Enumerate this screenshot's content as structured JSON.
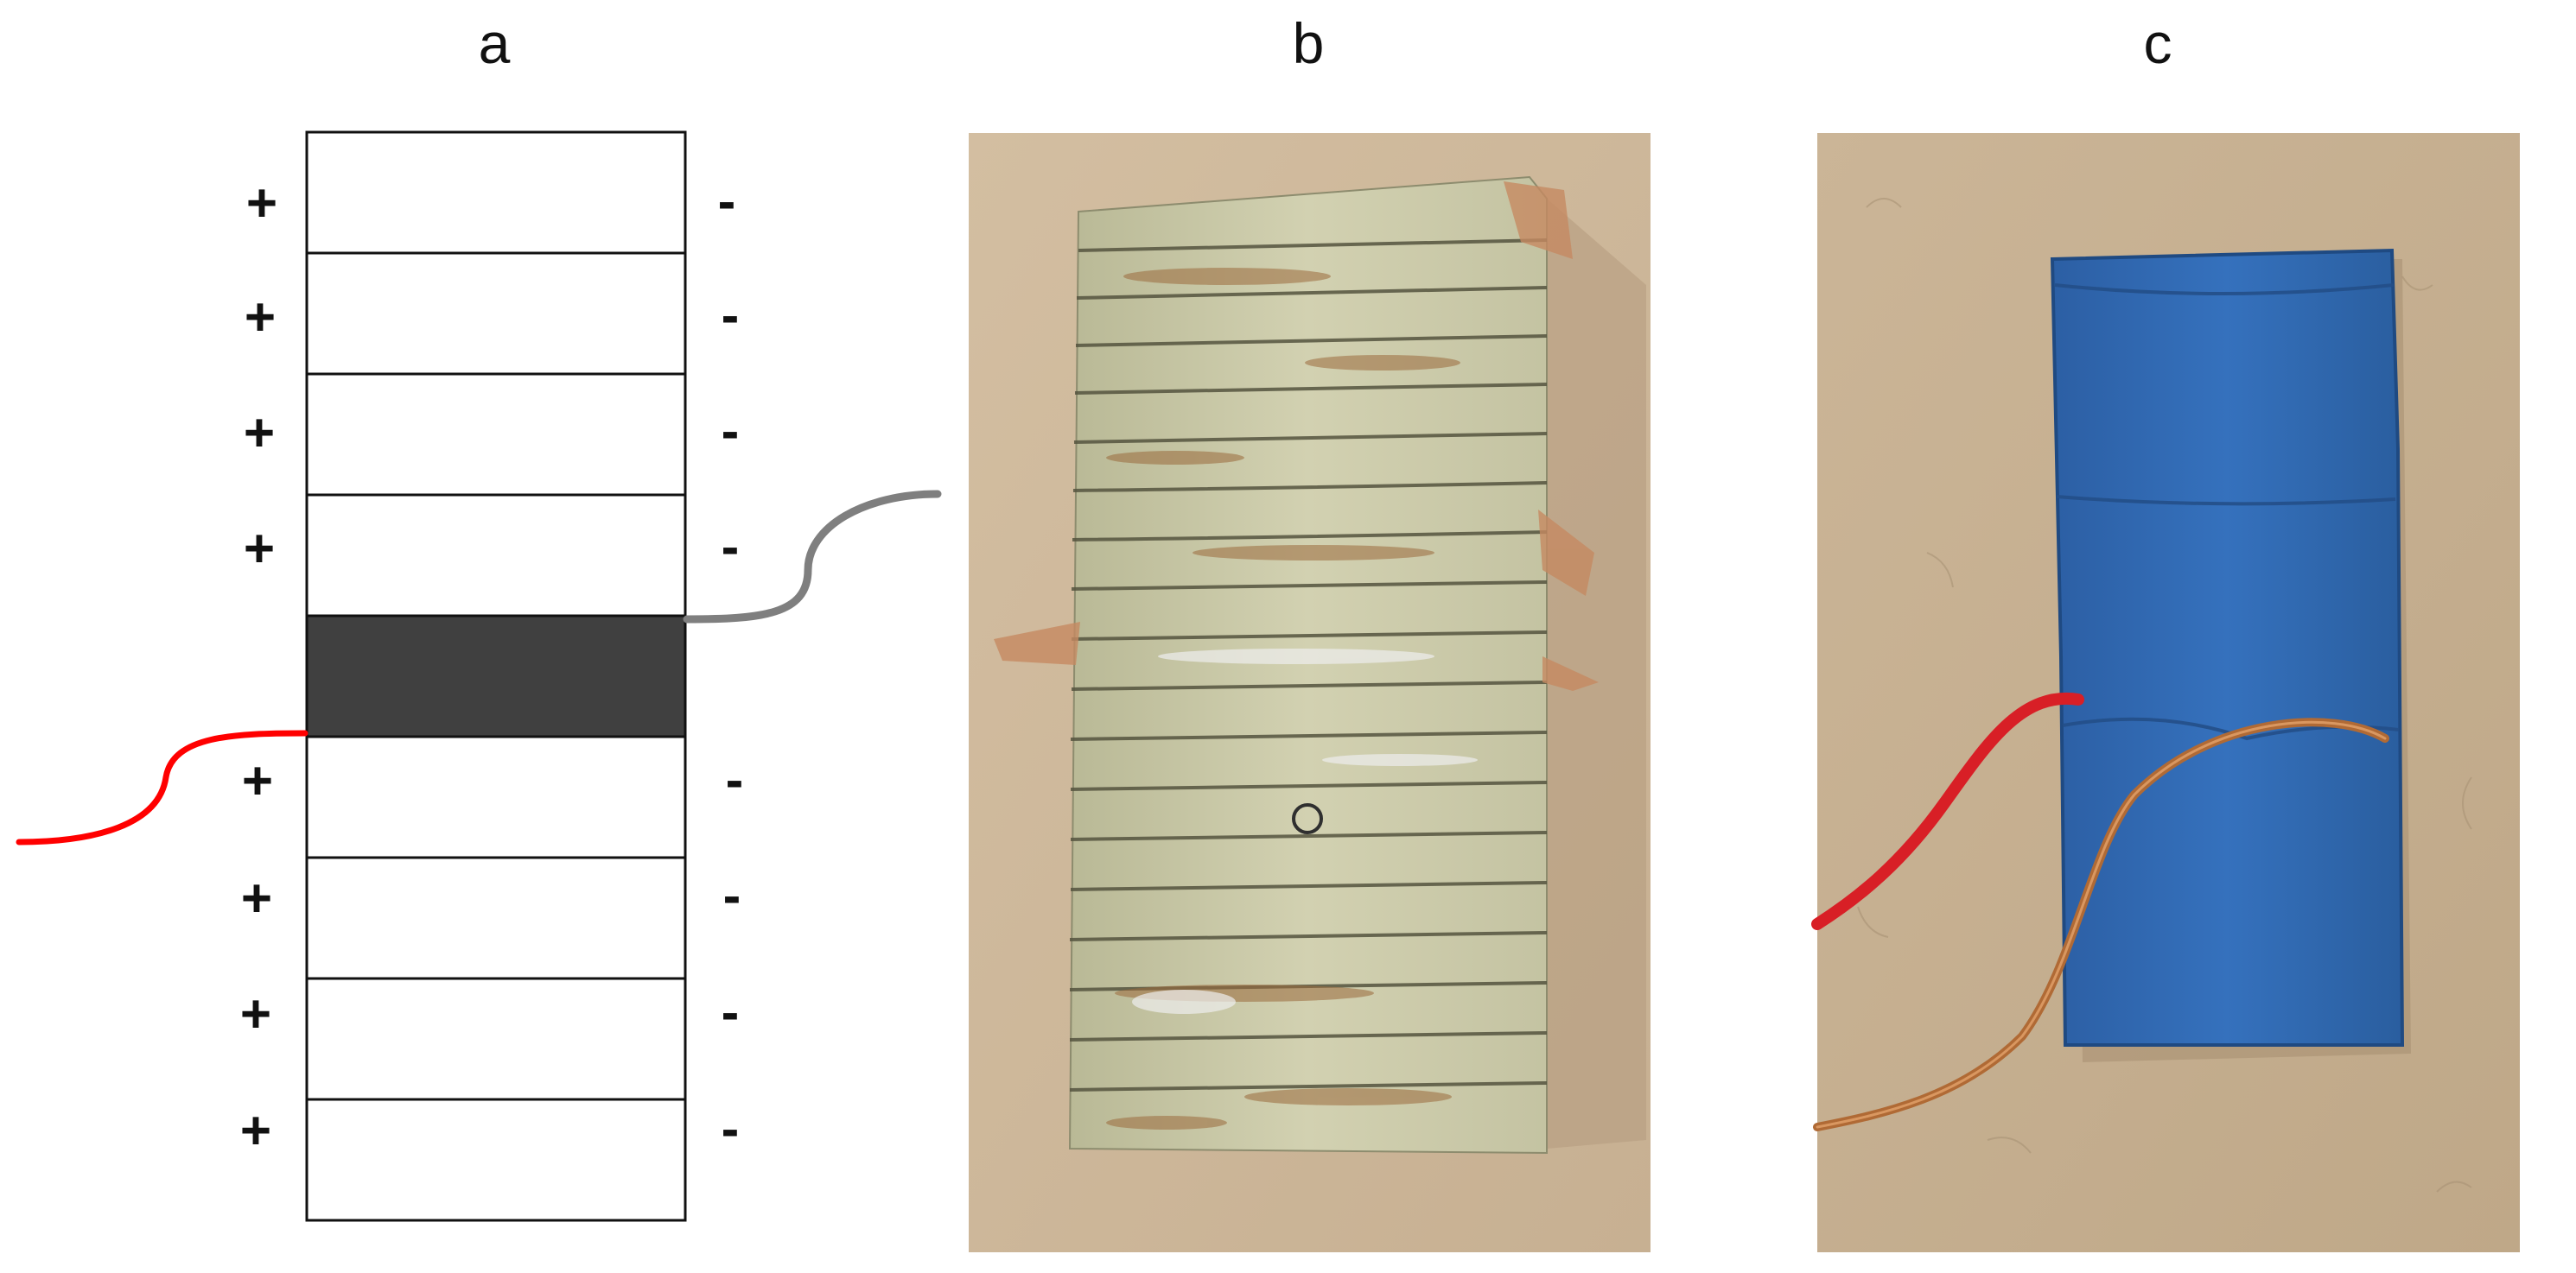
{
  "panels": [
    {
      "label": "a"
    },
    {
      "label": "b"
    },
    {
      "label": "c"
    }
  ],
  "stack": {
    "plus_sign": "+",
    "minus_sign": "-",
    "layers_above": 4,
    "layers_below": 4
  },
  "colors": {
    "layer_fill": "#ffffff",
    "layer_stroke": "#111111",
    "center_layer": "#404040",
    "wire_gray": "#7f7f7f",
    "wire_red": "#ff0000",
    "photo_b_background": "#cdb79a",
    "photo_b_disc": "#c9c8a6",
    "photo_c_background": "#c6b092",
    "tape_blue": "#2a66b0",
    "wire_copper": "#b06a35"
  }
}
